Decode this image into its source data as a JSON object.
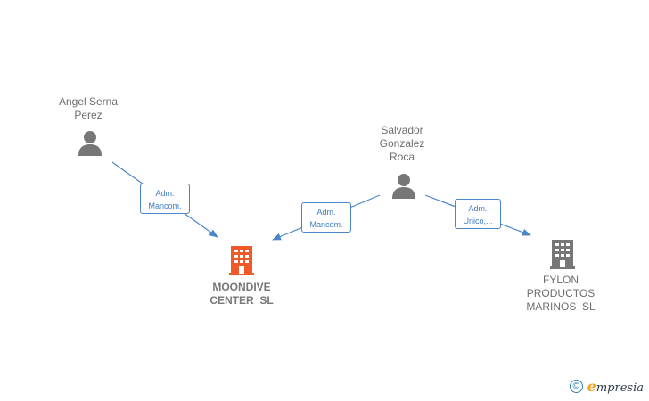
{
  "colors": {
    "person_icon": "#777777",
    "company_main": "#f05a2a",
    "company_other": "#777777",
    "edge": "#4a86c8",
    "brand_accent": "#f0a21b",
    "brand_copyright": "#2c7fa6"
  },
  "nodes": {
    "angel": {
      "label_lines": [
        "Angel Serna",
        "Perez"
      ],
      "icon": "person-icon"
    },
    "salvador": {
      "label_lines": [
        "Salvador",
        "Gonzalez",
        "Roca"
      ],
      "icon": "person-icon"
    },
    "moondive": {
      "label_lines": [
        "MOONDIVE",
        "CENTER  SL"
      ],
      "icon": "building-icon"
    },
    "fylon": {
      "label_lines": [
        "FYLON",
        "PRODUCTOS",
        "MARINOS  SL"
      ],
      "icon": "building-icon"
    }
  },
  "edges": [
    {
      "from": "angel",
      "to": "moondive",
      "label_lines": [
        "Adm.",
        "Mancom."
      ]
    },
    {
      "from": "salvador",
      "to": "moondive",
      "label_lines": [
        "Adm.",
        "Mancom."
      ]
    },
    {
      "from": "salvador",
      "to": "fylon",
      "label_lines": [
        "Adm.",
        "Unico,..."
      ]
    }
  ],
  "brand": {
    "copyright": "©",
    "first_letter": "e",
    "rest": "mpresia"
  }
}
